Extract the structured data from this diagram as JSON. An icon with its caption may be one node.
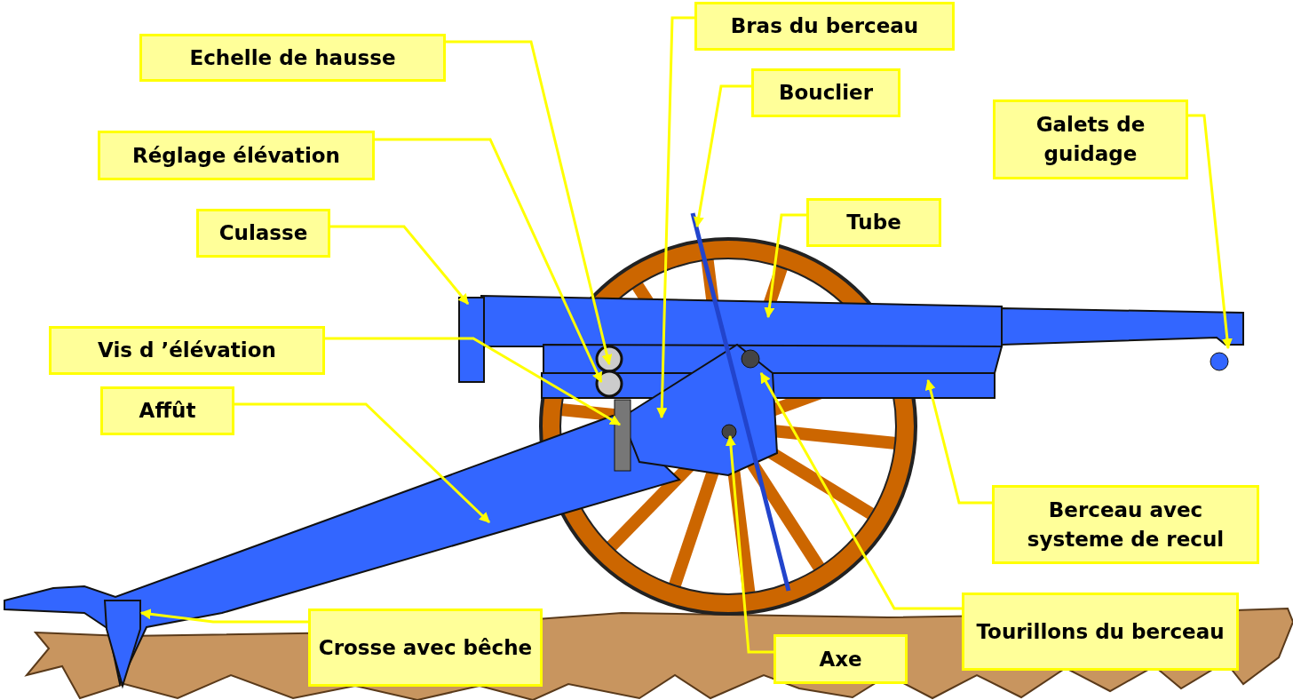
{
  "diagram": {
    "nodes": [
      {
        "text": [
          "Echelle de hausse"
        ]
      },
      {
        "text": [
          "Bras du berceau"
        ]
      },
      {
        "text": [
          "Bouclier"
        ]
      },
      {
        "text": [
          "Galets de guidage"
        ]
      },
      {
        "text": [
          "Réglage élévation"
        ]
      },
      {
        "text": [
          "Culasse"
        ]
      },
      {
        "text": [
          "Tube"
        ]
      },
      {
        "text": [
          "Vis d  ’élévation"
        ]
      },
      {
        "text": [
          "Affût"
        ]
      },
      {
        "text": [
          "Berceau avec systeme de recul"
        ]
      },
      {
        "text": [
          "Tourillons du berceau"
        ]
      },
      {
        "text": [
          "Crosse avec bêche"
        ]
      },
      {
        "text": [
          "Axe"
        ]
      },
      {
        "text": [],
        "shape": "picture"
      }
    ],
    "edges": [
      {
        "from": 0,
        "to": null,
        "arrow": "to"
      },
      {
        "from": 1,
        "to": null,
        "arrow": "to"
      },
      {
        "from": 2,
        "to": null,
        "arrow": "to"
      },
      {
        "from": 3,
        "to": null,
        "arrow": "to"
      },
      {
        "from": 4,
        "to": null,
        "arrow": "to"
      },
      {
        "from": 5,
        "to": null,
        "arrow": "to"
      },
      {
        "from": 6,
        "to": null,
        "arrow": "to"
      },
      {
        "from": 7,
        "to": null,
        "arrow": "to"
      },
      {
        "from": 8,
        "to": null,
        "arrow": "to"
      },
      {
        "from": 9,
        "to": null,
        "arrow": "to"
      },
      {
        "from": 10,
        "to": null,
        "arrow": "to"
      },
      {
        "from": 11,
        "to": 13,
        "arrow": "to"
      },
      {
        "from": 12,
        "to": null,
        "arrow": "to"
      }
    ]
  }
}
